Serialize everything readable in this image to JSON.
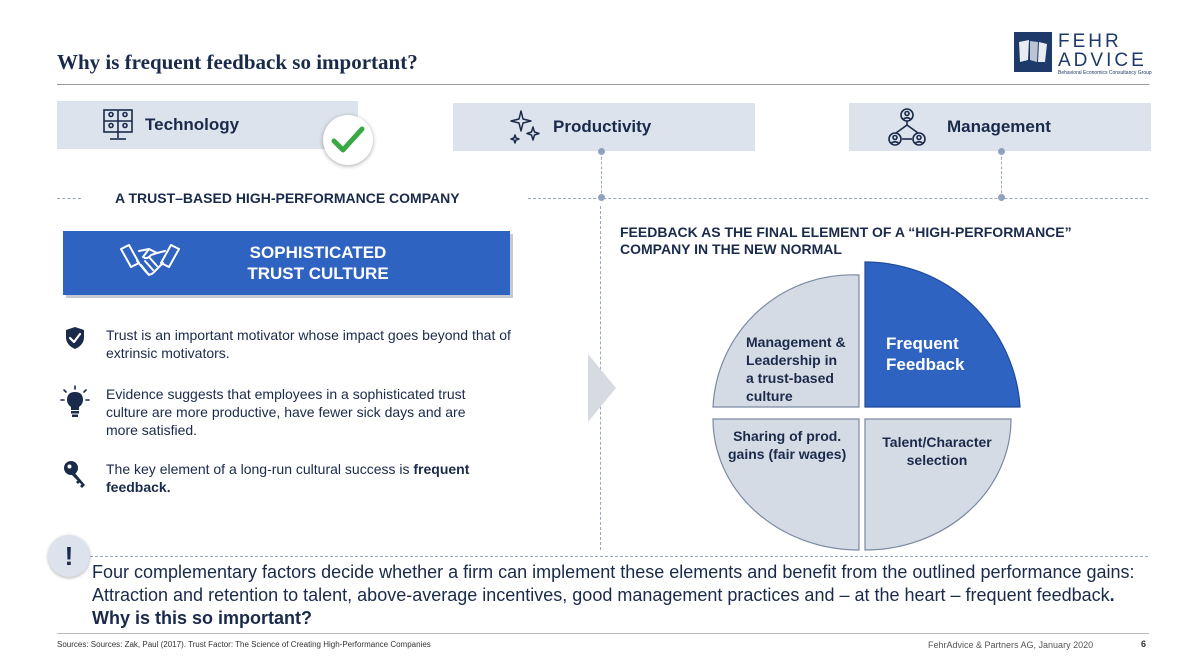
{
  "title": "Why is frequent feedback so important?",
  "logo": {
    "line1": "FEHR",
    "line2": "ADVICE",
    "tagline": "Behavioral Economics Consultancy Group"
  },
  "pillars": [
    {
      "label": "Technology",
      "icon": "video-conference-icon",
      "checked": true
    },
    {
      "label": "Productivity",
      "icon": "sparkle-icon",
      "checked": false
    },
    {
      "label": "Management",
      "icon": "org-chart-icon",
      "checked": false
    }
  ],
  "left": {
    "heading": "A TRUST–BASED HIGH-PERFORMANCE COMPANY",
    "box_line1": "SOPHISTICATED",
    "box_line2": "TRUST CULTURE",
    "bullets": [
      {
        "icon": "shield-check-icon",
        "text": "Trust is an important motivator whose impact goes beyond that of extrinsic motivators."
      },
      {
        "icon": "lightbulb-icon",
        "text": "Evidence suggests that employees in a sophisticated trust culture are more productive, have fewer sick days and are more satisfied."
      },
      {
        "icon": "key-icon",
        "text_plain": "The key element of a long-run cultural success is ",
        "text_bold": "frequent feedback."
      }
    ]
  },
  "right": {
    "heading_line1": "FEEDBACK AS THE FINAL ELEMENT OF A “HIGH-PERFORMANCE”",
    "heading_line2": "COMPANY IN THE NEW NORMAL",
    "quadrants": {
      "top_left": [
        "Management &",
        "Leadership in",
        "a trust-based",
        "culture"
      ],
      "top_right": [
        "Frequent",
        "Feedback"
      ],
      "bottom_left": [
        "Sharing of prod.",
        "gains (fair wages)"
      ],
      "bottom_right": [
        "Talent/Character",
        "selection"
      ]
    }
  },
  "summary_plain": "Four complementary factors decide whether a firm can implement these elements and benefit from the outlined performance gains: Attraction and retention to talent, above-average incentives, good management practices and – at the heart – frequent feedback",
  "summary_bold": ". Why is this so important?",
  "source": "Sources: Sources: Zak, Paul (2017). Trust Factor: The Science of Creating High-Performance Companies",
  "footer": "FehrAdvice & Partners AG, January 2020",
  "page_number": "6",
  "colors": {
    "accent_blue": "#2f63c2",
    "pillar_bg": "#dde3ec",
    "pie_light": "#d5dbe5",
    "navy": "#1a2a4a",
    "check_green": "#3aa845"
  }
}
